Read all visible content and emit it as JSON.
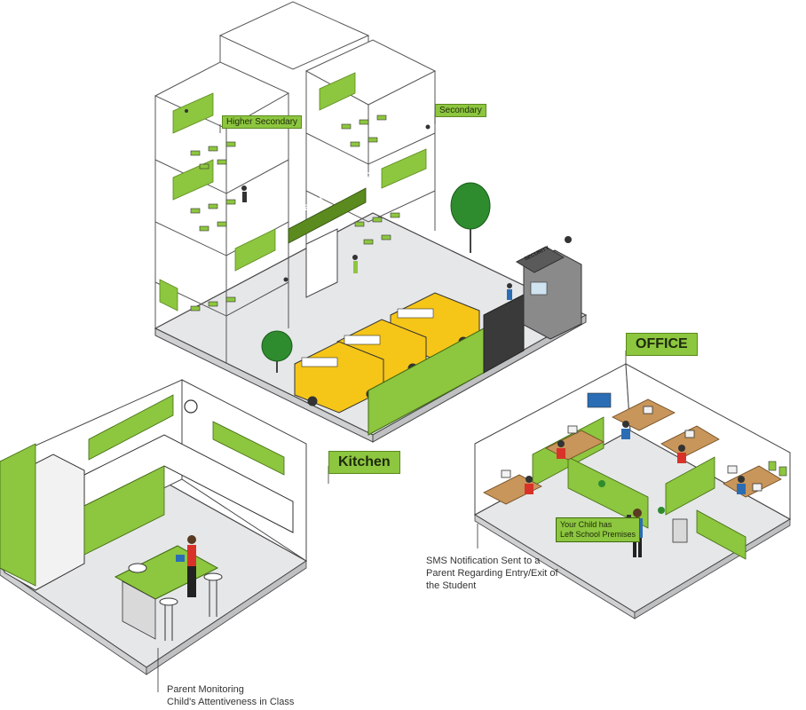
{
  "labels": {
    "higher_secondary": "Higher Secondary",
    "secondary": "Secondary",
    "school_sign": "INTERNATIONAL SCHOOL",
    "security_sign": "SECURITY",
    "kitchen": "Kitchen",
    "office": "OFFICE",
    "bubble_line1": "Your Child has",
    "bubble_line2": "Left School Premises",
    "sms_caption_line1": "SMS Notification Sent to a",
    "sms_caption_line2": "Parent Regarding Entry/Exit of",
    "sms_caption_line3": "the Student",
    "parent_caption_line1": "Parent Monitoring",
    "parent_caption_line2": "Child's Attentiveness in Class"
  },
  "colors": {
    "accent_green": "#8dc63f",
    "dark_green": "#5b8a1e",
    "bus_yellow": "#f5c518",
    "floor_gray": "#e6e7e8",
    "wall_line": "#444444",
    "security_gray": "#8a8a8a",
    "tree_green": "#2e8b2e"
  },
  "icons": {
    "bus": "school-bus-icon",
    "tree": "tree-icon",
    "camera": "cctv-camera-icon",
    "person": "person-icon",
    "computer": "computer-icon",
    "clock": "wall-clock-icon"
  }
}
